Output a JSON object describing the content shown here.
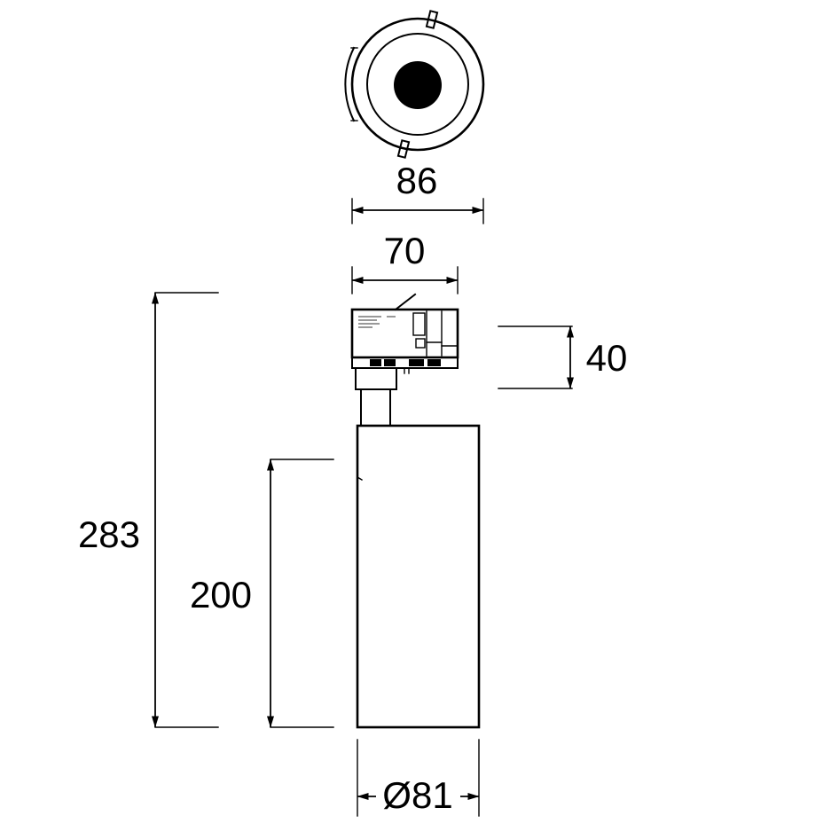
{
  "canvas": {
    "background": "#ffffff",
    "line_color": "#000000"
  },
  "dimensions": {
    "outer_diameter_label": "86",
    "adapter_width_label": "70",
    "adapter_height_label": "40",
    "overall_height_label": "283",
    "body_height_label": "200",
    "body_diameter_label": "Ø81"
  }
}
